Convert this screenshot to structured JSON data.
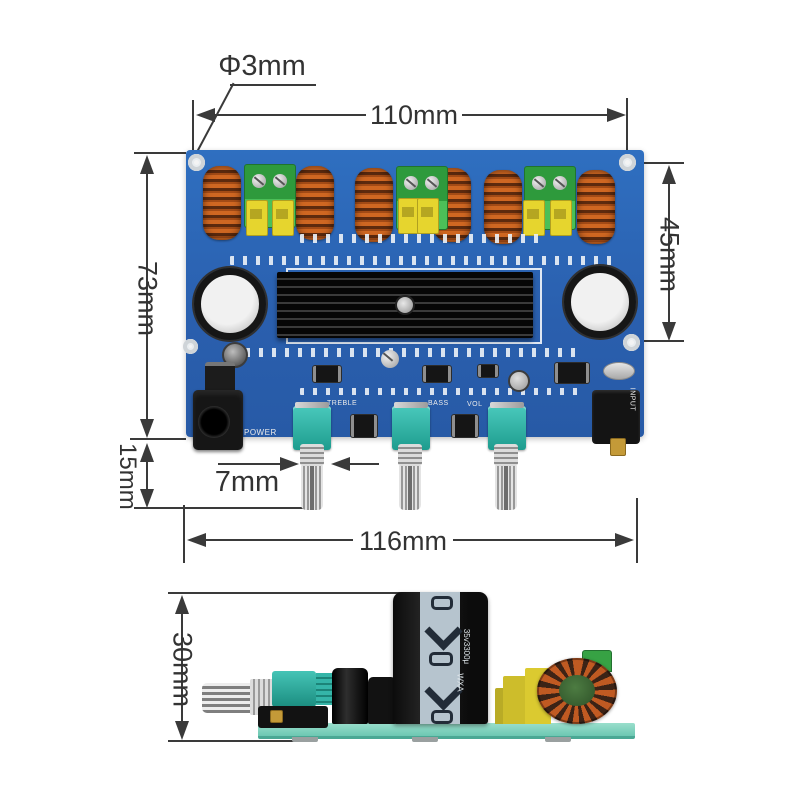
{
  "figure": {
    "type": "product-dimension-diagram",
    "subject": "2.1 channel digital amplifier board, top view and side view with dimensions"
  },
  "annotations": {
    "hole_diameter": "Φ3mm",
    "board_width": "110mm",
    "board_height_right": "45mm",
    "board_height_left": "73mm",
    "knob_protrusion": "15mm",
    "shaft_diameter": "7mm",
    "overall_width": "116mm",
    "overall_height": "30mm"
  },
  "silkscreen": {
    "power": "POWER",
    "treble": "TREBLE",
    "bass": "BASS",
    "volume": "VOL",
    "input": "INPUT"
  },
  "side_view_markings": {
    "capacitor_value": "35v3300μ",
    "capacitor_brand": "WXA"
  },
  "colors": {
    "pcb_blue": "#2b63b2",
    "pcb_edge_teal": "#8ad6c2",
    "inductor_copper": "#c05a22",
    "terminal_green": "#3aa746",
    "film_cap_yellow": "#e6d52e",
    "potentiometer_teal": "#2fb3a8",
    "heatsink_black": "#141414",
    "dimension_line": "#3a3a3a"
  }
}
